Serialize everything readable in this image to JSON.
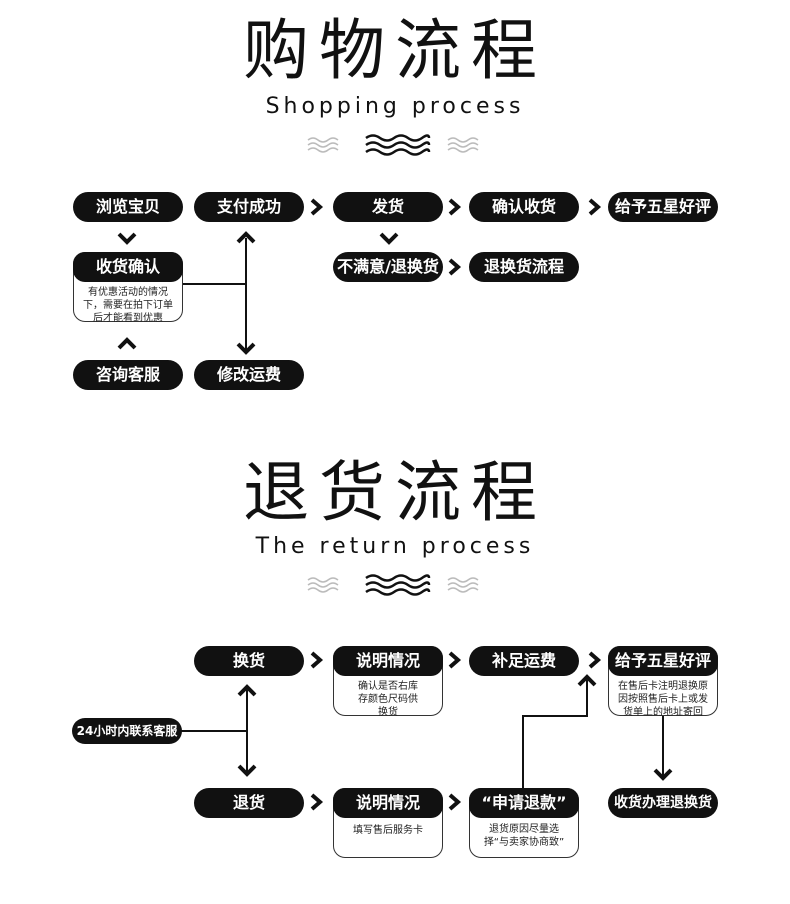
{
  "shopping": {
    "title": "购物流程",
    "subtitle": "Shopping process",
    "steps": {
      "browse": "浏览宝贝",
      "paid": "支付成功",
      "ship": "发货",
      "confirm": "确认收货",
      "rate": "给予五星好评",
      "receive_confirm": "收货确认",
      "receive_note": "有优惠活动的情况下，需要在拍下订单后才能看到优惠",
      "unsatisfied": "不满意/退换货",
      "return_flow": "退换货流程",
      "consult": "咨询客服",
      "modify_fee": "修改运费"
    }
  },
  "returns": {
    "title": "退货流程",
    "subtitle": "The return process",
    "steps": {
      "exchange": "换货",
      "explain1": "说明情况",
      "explain1_note": "确认是否右库存颜色尺码供换货",
      "topup": "补足运费",
      "rate": "给予五星好评",
      "rate_note": "在售后卡注明退换原因按照售后卡上或发货单上的地址寄回",
      "service": "24小时内联系客服",
      "refund_goods": "退货",
      "explain2": "说明情况",
      "explain2_note": "填写售后服务卡",
      "apply_refund": "“申请退款”",
      "apply_note": "退货原因尽量选择“与卖家协商致”",
      "receive_process": "收货办理退换货"
    }
  },
  "colors": {
    "ink": "#111111",
    "paper": "#ffffff",
    "wave_light": "#bbbbbb"
  }
}
